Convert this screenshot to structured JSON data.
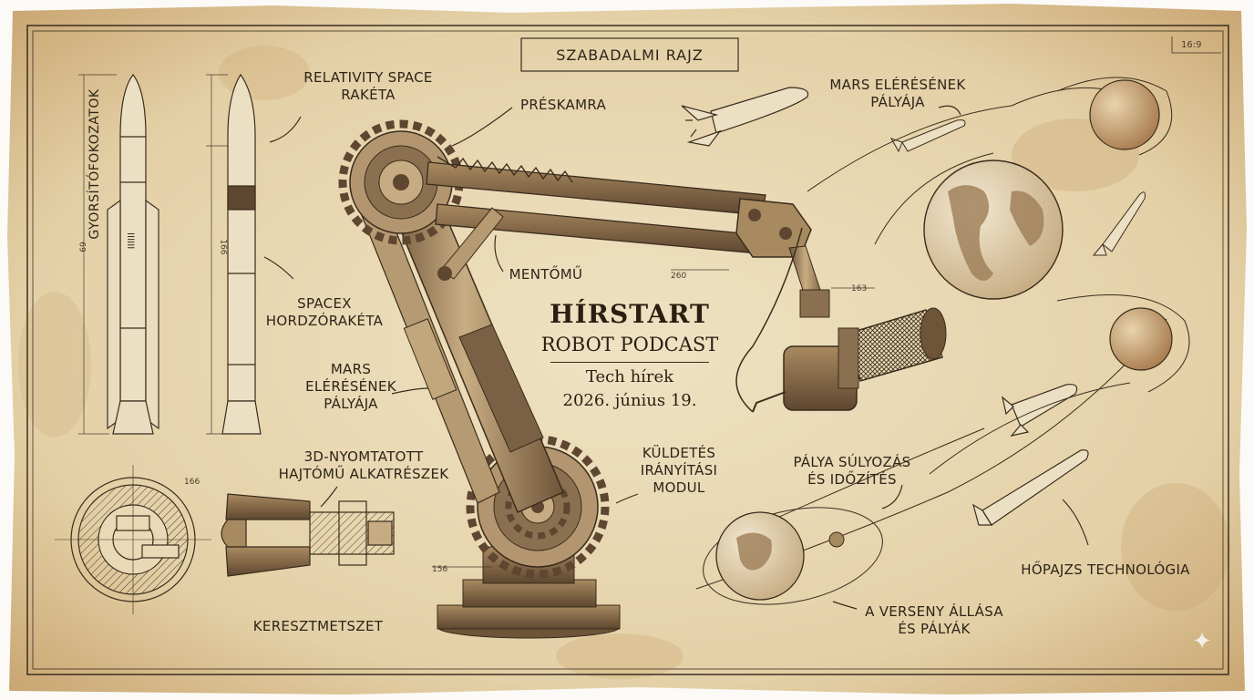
{
  "header": {
    "title": "SZABADALMI RAJZ",
    "ratio": "16:9"
  },
  "podcast": {
    "title": "HÍRSTART",
    "subtitle": "ROBOT PODCAST",
    "line1": "Tech hírek",
    "line2": "2026. június 19."
  },
  "labels": {
    "relativity": "RELATIVITY SPACE\nRAKÉTA",
    "preskamra": "PRÉSKAMRA",
    "mars_top": "MARS ELÉRÉSÉNEK\nPÁLYÁJA",
    "gyorsito": "GYORSÍTÓFOKOZATOK",
    "mentomu": "MENTŐMŰ",
    "spacex": "SPACEX\nHORDZÓRAKÉTA",
    "mars_mid": "MARS\nELÉRÉSÉNEK\nPÁLYÁJA",
    "nyomtatott": "3D-NYOMTATOTT\nHAJTÓMŰ ALKATRÉSZEK",
    "kuldetes": "KÜLDETÉS\nIRÁNYÍTÁSI\nMODUL",
    "palya": "PÁLYA SÚLYOZÁS\nÉS IDŐZÍTÉS",
    "hopajzs": "HŐPAJZS TECHNOLÓGIA",
    "verseny": "A VERSENY ÁLLÁSA\nÉS PÁLYÁK",
    "keresztmetszet": "KERESZTMETSZET"
  },
  "dimensions": {
    "d260": "260",
    "d163": "163",
    "d166": "166",
    "d156": "156",
    "d166v": "166",
    "d69": "69"
  },
  "colors": {
    "paper": "#e9d9b6",
    "paper_stain": "#c9a772",
    "ink": "#2e2418",
    "metal": "#8a7050"
  }
}
